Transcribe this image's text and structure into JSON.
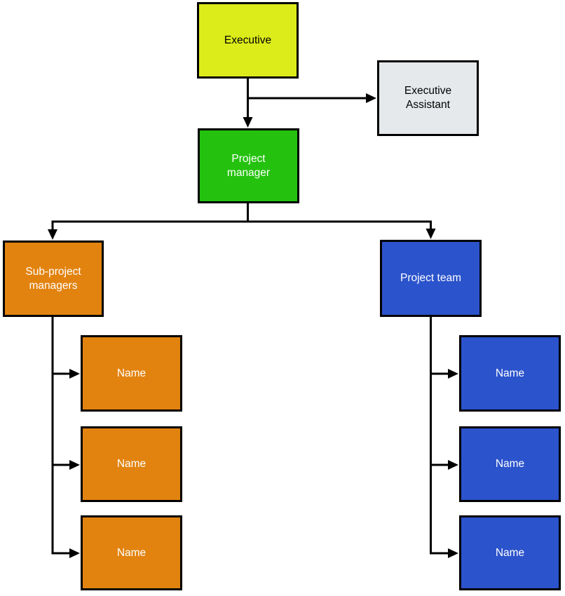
{
  "diagram": {
    "type": "org-chart",
    "background": "#ffffff",
    "connector_color": "#000000",
    "nodes": {
      "executive": {
        "label": "Executive",
        "fill": "#dcec1a",
        "text": "#000000"
      },
      "executive_assistant": {
        "label": "Executive\nAssistant",
        "fill": "#e5e9eb",
        "text": "#000000"
      },
      "project_manager": {
        "label": "Project\nmanager",
        "fill": "#24c20e",
        "text": "#ffffff"
      },
      "sub_project_managers": {
        "label": "Sub-project\nmanagers",
        "fill": "#e2830f",
        "text": "#ffffff"
      },
      "project_team": {
        "label": "Project team",
        "fill": "#2b53cc",
        "text": "#ffffff"
      },
      "sub_name_1": {
        "label": "Name",
        "fill": "#e2830f",
        "text": "#ffffff"
      },
      "sub_name_2": {
        "label": "Name",
        "fill": "#e2830f",
        "text": "#ffffff"
      },
      "sub_name_3": {
        "label": "Name",
        "fill": "#e2830f",
        "text": "#ffffff"
      },
      "team_name_1": {
        "label": "Name",
        "fill": "#2b53cc",
        "text": "#ffffff"
      },
      "team_name_2": {
        "label": "Name",
        "fill": "#2b53cc",
        "text": "#ffffff"
      },
      "team_name_3": {
        "label": "Name",
        "fill": "#2b53cc",
        "text": "#ffffff"
      }
    },
    "edges": [
      {
        "from": "executive",
        "to": "project_manager"
      },
      {
        "from": "executive",
        "to": "executive_assistant"
      },
      {
        "from": "project_manager",
        "to": "sub_project_managers"
      },
      {
        "from": "project_manager",
        "to": "project_team"
      },
      {
        "from": "sub_project_managers",
        "to": "sub_name_1"
      },
      {
        "from": "sub_project_managers",
        "to": "sub_name_2"
      },
      {
        "from": "sub_project_managers",
        "to": "sub_name_3"
      },
      {
        "from": "project_team",
        "to": "team_name_1"
      },
      {
        "from": "project_team",
        "to": "team_name_2"
      },
      {
        "from": "project_team",
        "to": "team_name_3"
      }
    ]
  }
}
